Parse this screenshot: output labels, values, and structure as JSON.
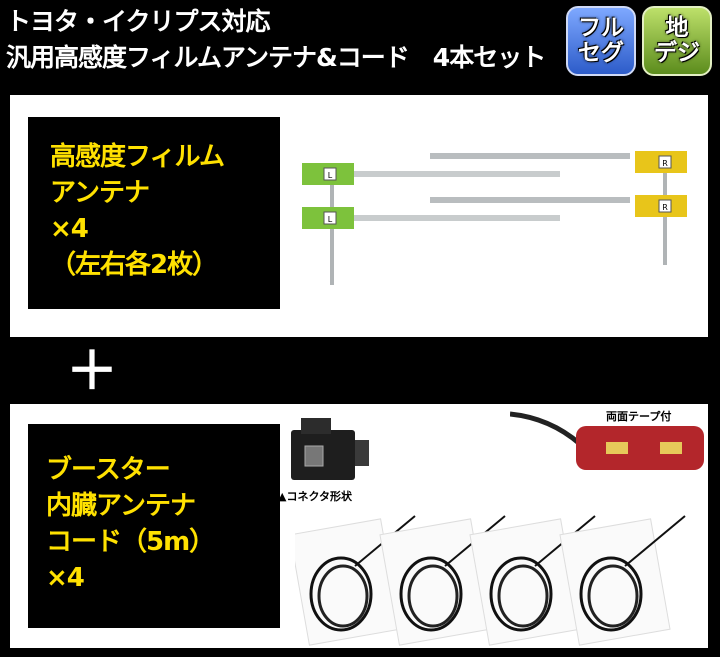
{
  "header": {
    "line1": "トヨタ・イクリプス対応",
    "line2": "汎用高感度フィルムアンテナ&コード　4本セット",
    "badge_fullseg": [
      "フル",
      "セグ"
    ],
    "badge_chideji": [
      "地",
      "デジ"
    ]
  },
  "antenna_panel": {
    "lines": [
      "高感度フィルム",
      "アンテナ",
      "×4",
      "（左右各2枚）"
    ],
    "tab_left": "L",
    "tab_right": "R"
  },
  "plus_sign": "＋",
  "cord_panel": {
    "lines": [
      "ブースター",
      "内臓アンテナ",
      "コード（5m）",
      "×4"
    ],
    "connector_caption": "▲コネクタ形状",
    "tape_caption": "両面テープ付"
  },
  "colors": {
    "accent_yellow": "#ffe100",
    "badge_blue": "#3a6fd8",
    "badge_green": "#7aa82e",
    "antenna_green": "#7dc23c",
    "antenna_yellow": "#e8c51a",
    "booster_red": "#b3262b"
  }
}
